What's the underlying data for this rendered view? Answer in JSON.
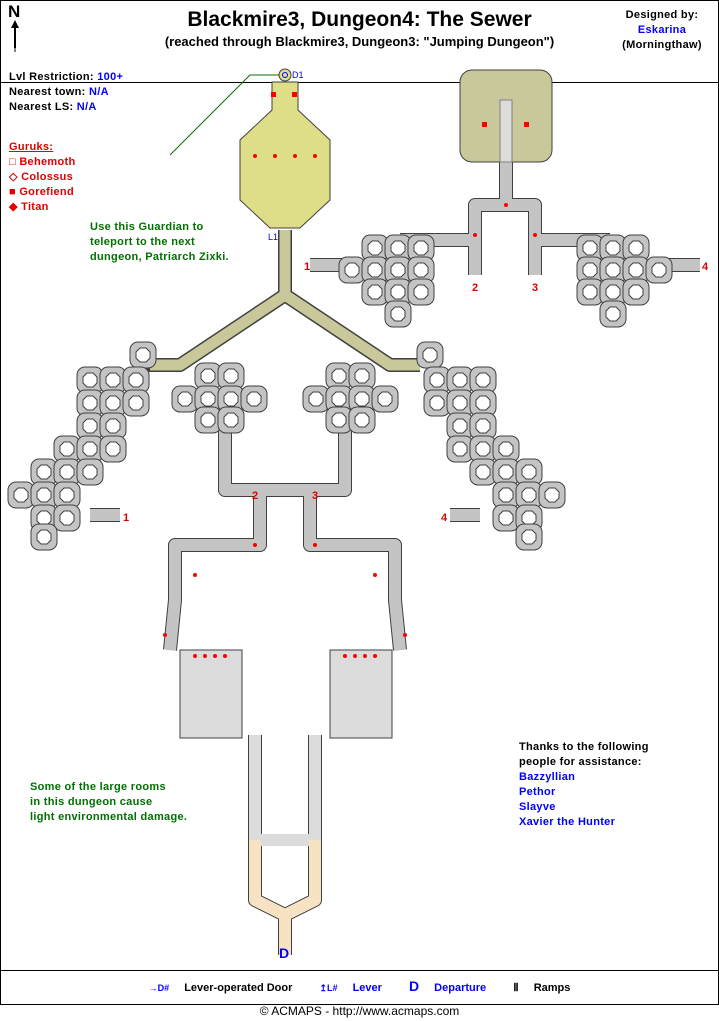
{
  "header": {
    "title": "Blackmire3, Dungeon4: The Sewer",
    "subtitle": "(reached through Blackmire3, Dungeon3: \"Jumping Dungeon\")",
    "compass": "N",
    "designed_by_label": "Designed by:",
    "designer": "Eskarina",
    "designer_server": "(Morningthaw)"
  },
  "info": {
    "lvl_label": "Lvl Restriction:",
    "lvl_value": "100+",
    "town_label": "Nearest town:",
    "town_value": "N/A",
    "ls_label": "Nearest LS:",
    "ls_value": "N/A"
  },
  "guruks": {
    "heading": "Guruks:",
    "items": [
      "Behemoth",
      "Colossus",
      "Gorefiend",
      "Titan"
    ]
  },
  "notes": {
    "guardian": [
      "Use this Guardian to",
      "teleport to the next",
      "dungeon, Patriarch Zixki."
    ],
    "damage": [
      "Some of the large rooms",
      "in this dungeon cause",
      "light environmental damage."
    ]
  },
  "thanks": {
    "heading": [
      "Thanks to the following",
      "people for assistance:"
    ],
    "people": [
      "Bazzyllian",
      "Pethor",
      "Slayve",
      "Xavier the Hunter"
    ]
  },
  "map_labels": {
    "door": "D1",
    "lever": "L1",
    "departure": "D",
    "ramps": [
      "1",
      "2",
      "3",
      "4",
      "1",
      "2",
      "3",
      "4"
    ]
  },
  "legend": {
    "door_sym": "→D#",
    "door": "Lever-operated Door",
    "lever_sym": "↥L#",
    "lever": "Lever",
    "departure_sym": "D",
    "departure": "Departure",
    "ramps_sym": "Ⅱ",
    "ramps": "Ramps"
  },
  "footer": {
    "copyright": "© ACMAPS - http://www.acmaps.com"
  },
  "colors": {
    "floor": "#c4c4c4",
    "guardian_room": "#dede88",
    "exit": "#f8e2c4",
    "mob": "#ff0000",
    "text_blue": "#0000ff",
    "note_green": "#007000"
  }
}
